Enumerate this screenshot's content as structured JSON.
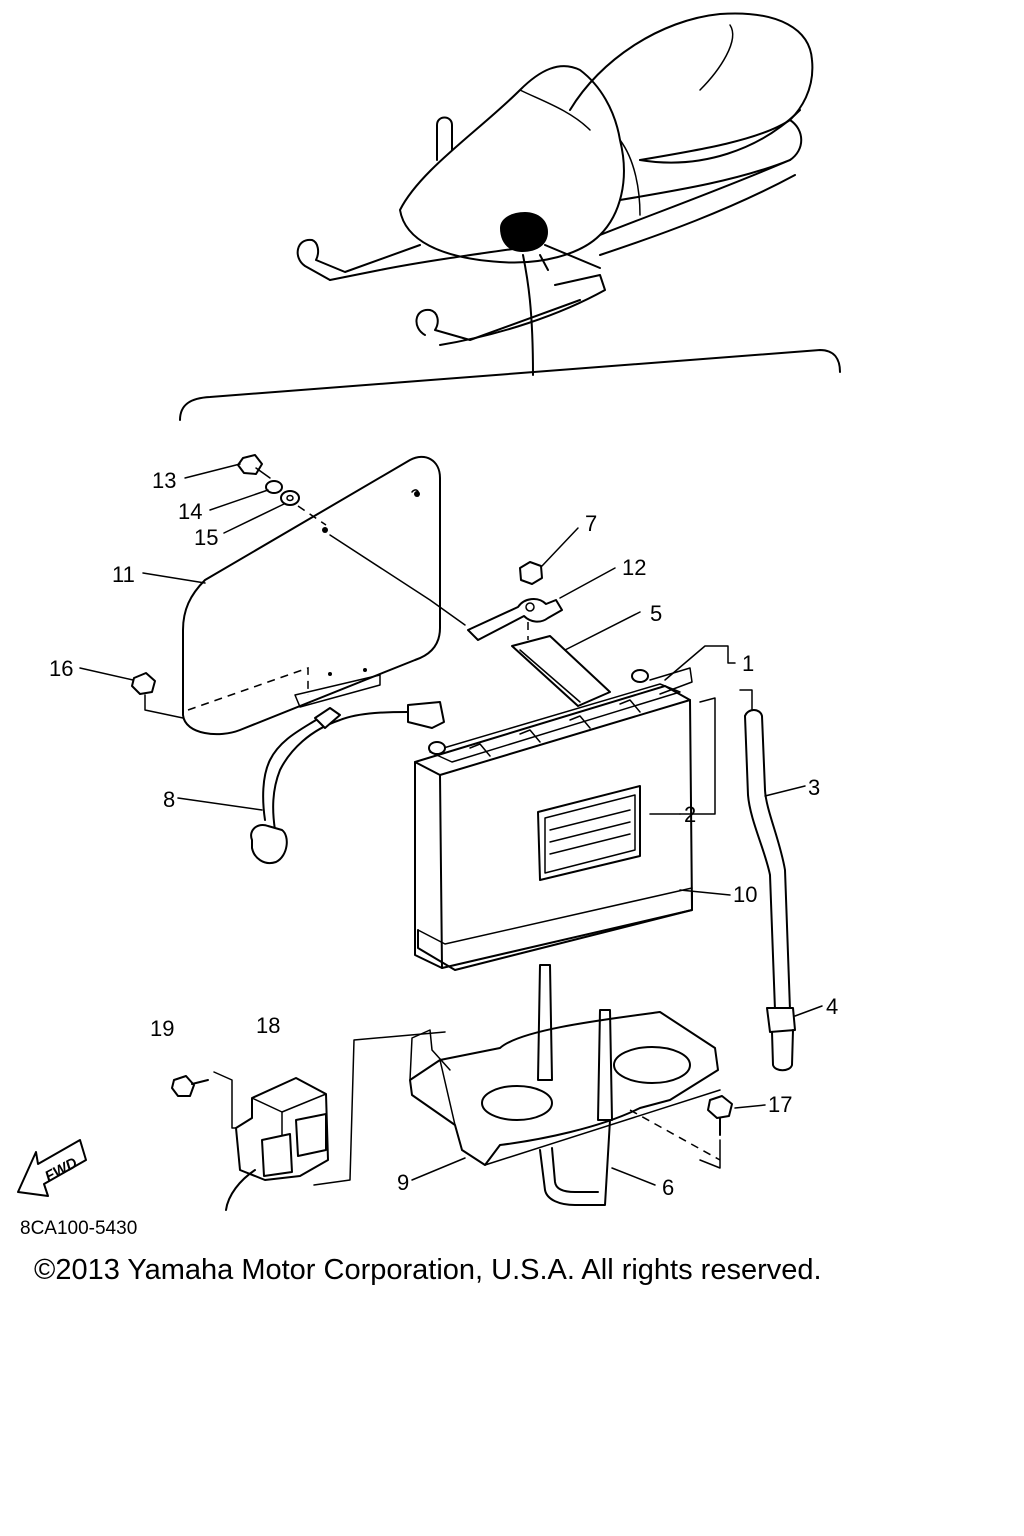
{
  "diagram_code": "8CA100-5430",
  "copyright": "©2013 Yamaha Motor Corporation, U.S.A. All rights reserved.",
  "fwd_label": "FWD",
  "callouts": [
    "1",
    "2",
    "3",
    "4",
    "5",
    "6",
    "7",
    "8",
    "9",
    "10",
    "11",
    "12",
    "13",
    "14",
    "15",
    "16",
    "17",
    "18",
    "19"
  ]
}
